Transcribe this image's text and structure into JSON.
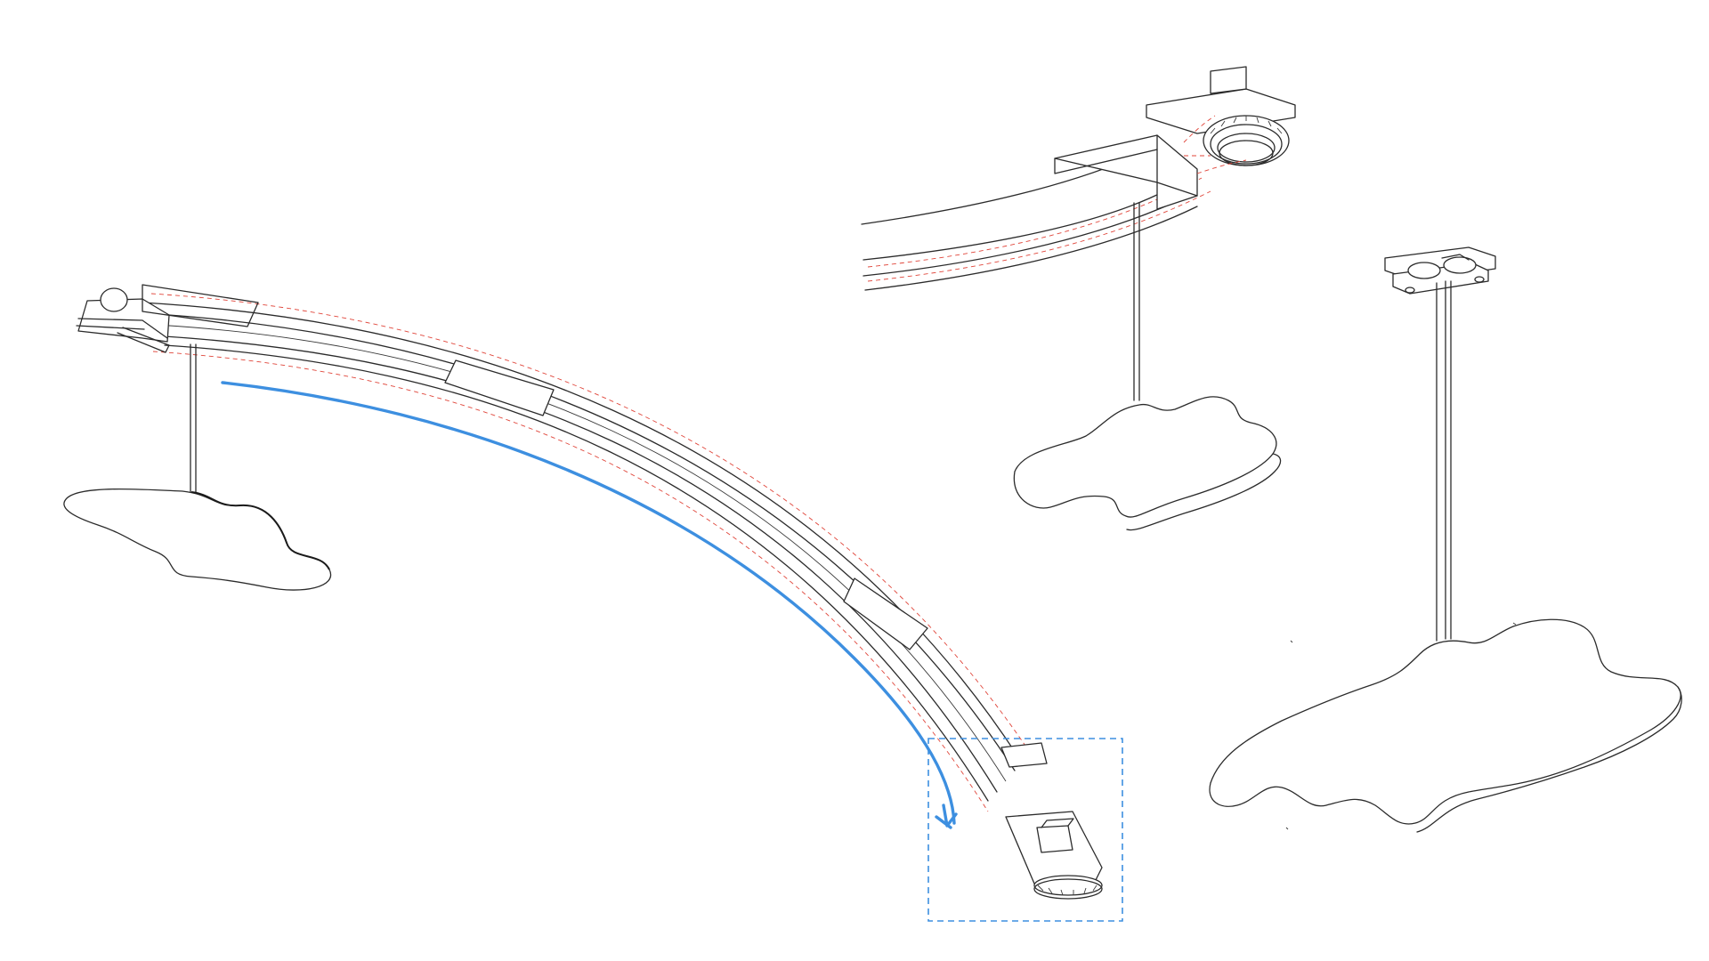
{
  "colors": {
    "line": "#2b2b2b",
    "hidden_line": "#e0453a",
    "gesture_stroke": "#3d8fe0",
    "selection_box": "#3d8fe0",
    "background": "#ffffff"
  },
  "elements": {
    "curved_track": "curved-rail-track",
    "track_end_cap": "track-end-unit",
    "pendants": [
      "cloud-pendant-left",
      "cloud-pendant-middle",
      "cloud-pendant-right"
    ],
    "gesture": "sketch-arrow",
    "selection": "selection-box"
  }
}
